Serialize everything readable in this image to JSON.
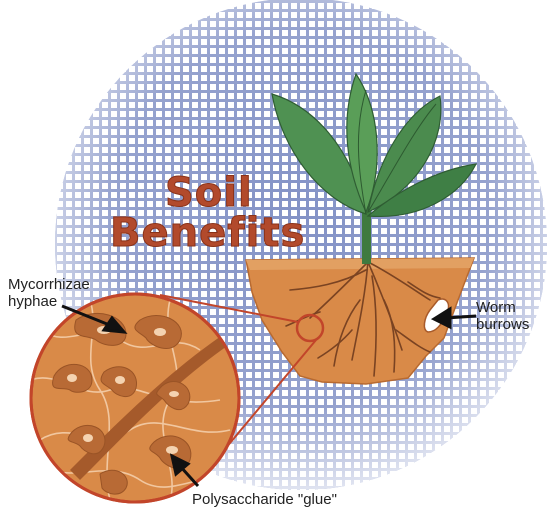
{
  "title": {
    "line1": "Soil",
    "line2": "Benefits"
  },
  "labels": {
    "mycorrhizae_line1": "Mycorrhizae",
    "mycorrhizae_line2": "hyphae",
    "worm_line1": "Worm",
    "worm_line2": "burrows",
    "polysaccharide": "Polysaccharide \"glue\""
  },
  "colors": {
    "title": "#b24a2c",
    "soil": "#d98a48",
    "grid": "#6e7fb8",
    "leaf": "#4a8a4e",
    "root": "#8a4f2a",
    "aggregate": "#b06a35"
  }
}
